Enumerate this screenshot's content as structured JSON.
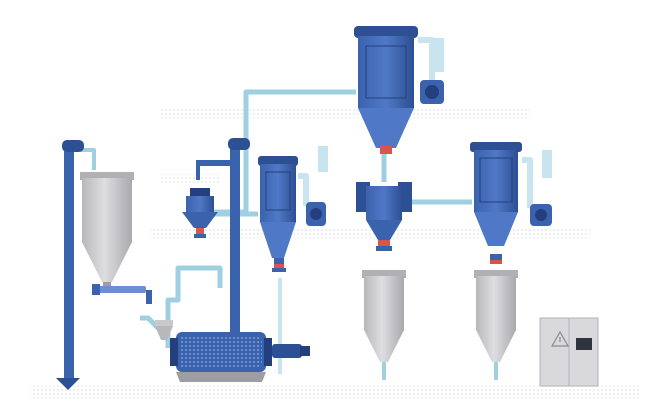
{
  "diagram": {
    "colors": {
      "background": "#ffffff",
      "equipment_blue": "#3b62ad",
      "equipment_blue_dark": "#233f7e",
      "equipment_blue_light": "#6b8fd0",
      "pipe": "#9fd0e2",
      "pipe_light": "#c8e4ee",
      "silo_gray": "#c9c9cb",
      "silo_gray_dark": "#9e9ea2",
      "floor_dots": "#e4e4e4",
      "cabinet": "#d9d9dc",
      "accent_red": "#d9534f"
    },
    "components": [
      {
        "id": "bucket-elevator-left",
        "icon": "bucket-elevator"
      },
      {
        "id": "feed-silo",
        "icon": "silo"
      },
      {
        "id": "screw-conveyor",
        "icon": "screw-conveyor"
      },
      {
        "id": "bucket-elevator-center",
        "icon": "bucket-elevator"
      },
      {
        "id": "ball-mill",
        "icon": "ball-mill"
      },
      {
        "id": "classifier",
        "icon": "air-classifier"
      },
      {
        "id": "dust-collector-left",
        "icon": "bag-filter"
      },
      {
        "id": "dust-collector-top",
        "icon": "bag-filter"
      },
      {
        "id": "dust-collector-right",
        "icon": "bag-filter"
      },
      {
        "id": "cyclone-center",
        "icon": "cyclone"
      },
      {
        "id": "product-silo-center",
        "icon": "silo"
      },
      {
        "id": "product-silo-right",
        "icon": "silo"
      },
      {
        "id": "fan-left",
        "icon": "fan"
      },
      {
        "id": "fan-top",
        "icon": "fan"
      },
      {
        "id": "fan-right",
        "icon": "fan"
      },
      {
        "id": "control-cabinet",
        "icon": "electrical-cabinet",
        "symbol": "warning-icon"
      }
    ]
  }
}
